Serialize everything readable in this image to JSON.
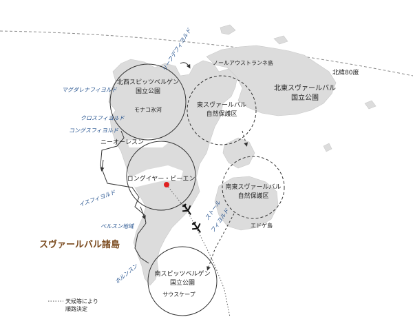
{
  "title": "スヴァールバル諸島",
  "parallel_label": "北緯80度",
  "colors": {
    "land": "#dcdcdc",
    "route": "#333333",
    "port_dot": "#e02020",
    "fjord_text": "#1f4e8c",
    "title": "#7a4a1e"
  },
  "areas": {
    "nw_park": [
      "北西スピッツベルゲン",
      "国立公園"
    ],
    "nw_glacier": "モナコ氷河",
    "east_reserve": [
      "東スヴァールバル",
      "自然保護区"
    ],
    "ne_park": [
      "北東スヴァールバル",
      "国立公園"
    ],
    "se_reserve": [
      "南東スヴァールバル",
      "自然保護区"
    ],
    "south_park": [
      "南スピッツベルゲン",
      "国立公園"
    ],
    "south_cape": "サウスケープ"
  },
  "places": {
    "port": "ロングイヤー・ビーエン",
    "ny_alesund": "ニーオーレスン",
    "nordaustlandet": "ノールアウストランネ島",
    "edgeoya": "エドゲ島"
  },
  "fjords": {
    "liefde": "リーフデフィヨルド",
    "magdalena": "マグダレナフィヨルド",
    "cross": "クロスフィヨルド",
    "kongs": "コングスフィヨルド",
    "isfjord": "イスフィヨルド",
    "bellsund": "ベルスン地域",
    "hornsund": "ホルンスン",
    "storfjord": [
      "ストール",
      "フィヨルド"
    ]
  },
  "legend": {
    "icon": "dotted-line-icon",
    "line1": "天候等により",
    "line2": "順路決定"
  },
  "icons": [
    "airplane-icon",
    "airplane-icon",
    "port-marker-icon"
  ]
}
